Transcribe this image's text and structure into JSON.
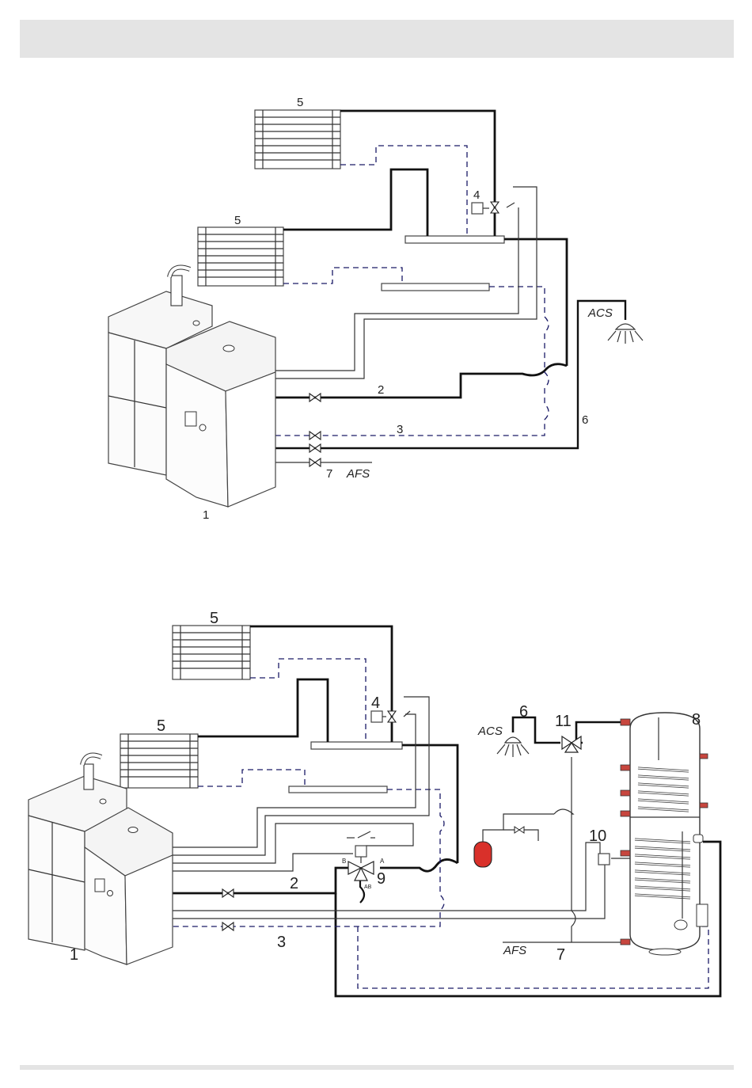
{
  "diagram_top": {
    "labels": {
      "boiler": "1",
      "flow": "2",
      "return": "3",
      "valve": "4",
      "radiator_upper": "5",
      "radiator_lower": "5",
      "dhw_line": "6",
      "cold_line": "7",
      "acs": "ACS",
      "afs": "AFS"
    }
  },
  "diagram_bottom": {
    "labels": {
      "boiler": "1",
      "flow": "2",
      "return": "3",
      "valve": "4",
      "radiator_upper": "5",
      "radiator_lower": "5",
      "dhw_line": "6",
      "cold_line": "7",
      "tank": "8",
      "mixing_valve": "9",
      "sensor": "10",
      "thermo_valve": "11",
      "acs": "ACS",
      "afs": "AFS",
      "port_a": "A",
      "port_b": "B",
      "port_ab": "AB"
    }
  }
}
